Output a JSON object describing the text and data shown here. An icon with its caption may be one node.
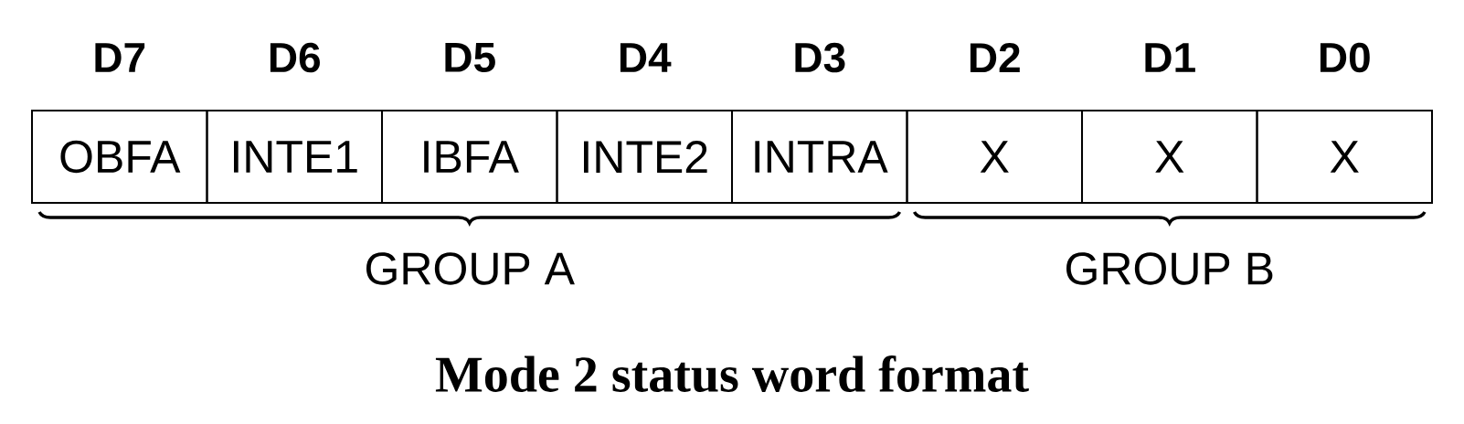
{
  "diagram": {
    "caption": "Mode 2 status word format",
    "nodes": [
      {
        "text": [
          "OBFA"
        ]
      },
      {
        "text": [
          "INTE1"
        ]
      },
      {
        "text": [
          "IBFA"
        ]
      },
      {
        "text": [
          "INTE2"
        ]
      },
      {
        "text": [
          "INTRA"
        ]
      },
      {
        "text": [
          "X"
        ]
      },
      {
        "text": [
          "X"
        ]
      },
      {
        "text": [
          "X"
        ]
      }
    ],
    "labels": [
      "D7",
      "D6",
      "D5",
      "D4",
      "D3",
      "D2",
      "D1",
      "D0",
      "GROUP A",
      "GROUP B"
    ]
  }
}
